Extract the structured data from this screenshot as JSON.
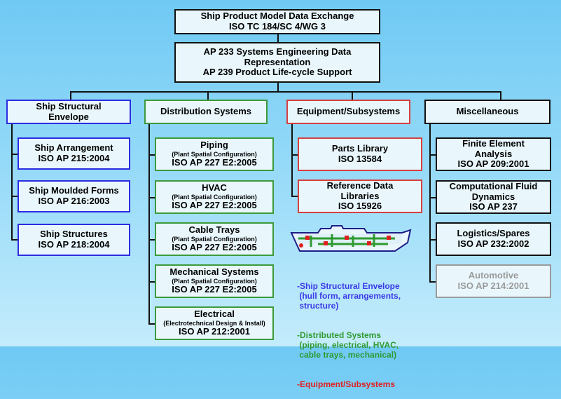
{
  "top": {
    "line1": "Ship Product Model Data Exchange",
    "line2": "ISO TC 184/SC 4/WG 3"
  },
  "second": {
    "line1": "AP 233 Systems Engineering Data",
    "line2": "Representation",
    "line3": "AP 239 Product Life-cycle Support"
  },
  "columns": {
    "structural": {
      "header1": "Ship Structural",
      "header2": "Envelope",
      "items": [
        {
          "line1": "Ship Arrangement",
          "line2": "ISO AP 215:2004"
        },
        {
          "line1": "Ship Moulded Forms",
          "line2": "ISO AP 216:2003"
        },
        {
          "line1": "Ship Structures",
          "line2": "ISO AP 218:2004"
        }
      ]
    },
    "distribution": {
      "header": "Distribution Systems",
      "items": [
        {
          "line1": "Piping",
          "sub": "(Plant Spatial Configuration)",
          "line2": "ISO AP 227 E2:2005"
        },
        {
          "line1": "HVAC",
          "sub": "(Plant Spatial Configuration)",
          "line2": "ISO AP 227 E2:2005"
        },
        {
          "line1": "Cable Trays",
          "sub": "(Plant Spatial Configuration)",
          "line2": "ISO AP 227 E2:2005"
        },
        {
          "line1": "Mechanical Systems",
          "sub": "(Plant Spatial Configuration)",
          "line2": "ISO AP 227 E2:2005"
        },
        {
          "line1": "Electrical",
          "sub": "(Electrotechnical Design & Install)",
          "line2": "ISO AP 212:2001"
        }
      ]
    },
    "equipment": {
      "header": "Equipment/Subsystems",
      "items": [
        {
          "line1": "Parts Library",
          "line2": "ISO 13584"
        },
        {
          "line1": "Reference Data",
          "line2": "Libraries",
          "line3": "ISO 15926"
        }
      ]
    },
    "misc": {
      "header": "Miscellaneous",
      "items": [
        {
          "line1": "Finite Element",
          "line2": "Analysis",
          "line3": "ISO AP 209:2001"
        },
        {
          "line1": "Computational Fluid",
          "line2": "Dynamics",
          "line3": "ISO AP 237"
        },
        {
          "line1": "Logistics/Spares",
          "line2": "ISO AP 232:2002"
        },
        {
          "line1": "Automotive",
          "line2": "ISO AP 214:2001"
        }
      ]
    }
  },
  "legend": {
    "blue": "-Ship Structural Envelope\n (hull form, arrangements,\n structure)",
    "green": "-Distributed Systems\n (piping, electrical, HVAC,\n cable trays, mechanical)",
    "red": "-Equipment/Subsystems"
  },
  "colors": {
    "blue": "#2c2ce0",
    "green": "#3c9a3c",
    "red": "#d64040",
    "grey": "#9a9a9a"
  }
}
